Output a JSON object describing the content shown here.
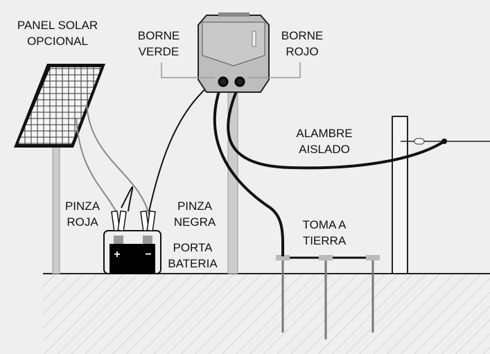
{
  "labels": {
    "solar_panel": [
      "PANEL SOLAR",
      "OPCIONAL"
    ],
    "green_terminal": [
      "BORNE",
      "VERDE"
    ],
    "red_terminal": [
      "BORNE",
      "ROJO"
    ],
    "insulated_wire": [
      "ALAMBRE",
      "AISLADO"
    ],
    "red_clamp": [
      "PINZA",
      "ROJA"
    ],
    "black_clamp": [
      "PINZA",
      "NEGRA"
    ],
    "battery_holder": [
      "PORTA",
      "BATERIA"
    ],
    "ground": [
      "TOMA A",
      "TIERRA"
    ],
    "battery_plus": "+",
    "battery_minus": "−"
  },
  "colors": {
    "background": "#efefef",
    "wire": "#111111",
    "panel_wire": "#888888",
    "post": "#cccccc",
    "energizer": "#bdbdbd"
  }
}
